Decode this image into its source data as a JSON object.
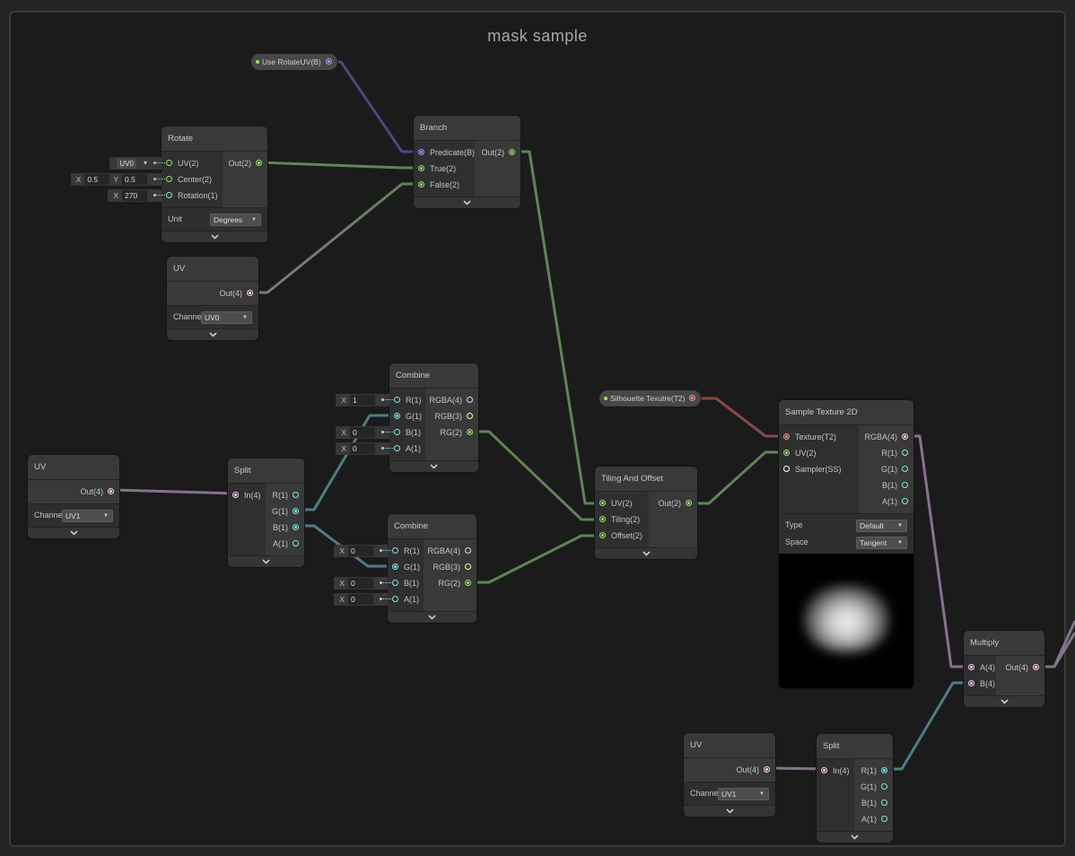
{
  "graph": {
    "title": "mask sample"
  },
  "port_colors": {
    "1": "#84e4e7",
    "2": "#9be06b",
    "3": "#f6ff9a",
    "4": "#fbcbf4",
    "B": "#9c9cff",
    "T2": "#ff8b8b",
    "SS": "#ffffff"
  },
  "wire_colors": {
    "vec1": "#4f7d85",
    "vec2": "#5e8556",
    "vec4": "#86728a",
    "bool": "#4c4782",
    "tex": "#874a48"
  },
  "properties": {
    "use_rotate": {
      "label": "Use RotateUV(B)",
      "type": "B"
    },
    "silhouette": {
      "label": "Silhouette Texutre(T2)",
      "type": "T2"
    }
  },
  "nodes": {
    "rotate": {
      "title": "Rotate",
      "inputs": [
        {
          "label": "UV(2)",
          "type": "2",
          "connected": false,
          "inline": {
            "dropdown": "UV0"
          }
        },
        {
          "label": "Center(2)",
          "type": "2",
          "connected": false,
          "inline": {
            "fields": [
              {
                "axis": "X",
                "value": "0.5"
              },
              {
                "axis": "Y",
                "value": "0.5"
              }
            ]
          }
        },
        {
          "label": "Rotation(1)",
          "type": "1",
          "connected": false,
          "inline": {
            "fields": [
              {
                "axis": "X",
                "value": "270"
              }
            ]
          }
        }
      ],
      "outputs": [
        {
          "label": "Out(2)",
          "type": "2",
          "connected": true
        }
      ],
      "controls": [
        {
          "label": "Unit",
          "value": "Degrees"
        }
      ]
    },
    "uv_top": {
      "title": "UV",
      "inputs": [],
      "outputs": [
        {
          "label": "Out(4)",
          "type": "4",
          "connected": true
        }
      ],
      "controls": [
        {
          "label": "Channe",
          "value": "UV0"
        }
      ]
    },
    "branch": {
      "title": "Branch",
      "inputs": [
        {
          "label": "Predicate(B)",
          "type": "B",
          "connected": true
        },
        {
          "label": "True(2)",
          "type": "2",
          "connected": true
        },
        {
          "label": "False(2)",
          "type": "2",
          "connected": true
        }
      ],
      "outputs": [
        {
          "label": "Out(2)",
          "type": "2",
          "connected": true
        }
      ],
      "controls": []
    },
    "combine_1": {
      "title": "Combine",
      "inputs": [
        {
          "label": "R(1)",
          "type": "1",
          "connected": false,
          "inline": {
            "fields": [
              {
                "axis": "X",
                "value": "1"
              }
            ]
          }
        },
        {
          "label": "G(1)",
          "type": "1",
          "connected": true
        },
        {
          "label": "B(1)",
          "type": "1",
          "connected": false,
          "inline": {
            "fields": [
              {
                "axis": "X",
                "value": "0"
              }
            ]
          }
        },
        {
          "label": "A(1)",
          "type": "1",
          "connected": false,
          "inline": {
            "fields": [
              {
                "axis": "X",
                "value": "0"
              }
            ]
          }
        }
      ],
      "outputs": [
        {
          "label": "RGBA(4)",
          "type": "4",
          "connected": false
        },
        {
          "label": "RGB(3)",
          "type": "3",
          "connected": false
        },
        {
          "label": "RG(2)",
          "type": "2",
          "connected": true
        }
      ],
      "controls": []
    },
    "combine_2": {
      "title": "Combine",
      "inputs": [
        {
          "label": "R(1)",
          "type": "1",
          "connected": false,
          "inline": {
            "fields": [
              {
                "axis": "X",
                "value": "0"
              }
            ]
          }
        },
        {
          "label": "G(1)",
          "type": "1",
          "connected": true
        },
        {
          "label": "B(1)",
          "type": "1",
          "connected": false,
          "inline": {
            "fields": [
              {
                "axis": "X",
                "value": "0"
              }
            ]
          }
        },
        {
          "label": "A(1)",
          "type": "1",
          "connected": false,
          "inline": {
            "fields": [
              {
                "axis": "X",
                "value": "0"
              }
            ]
          }
        }
      ],
      "outputs": [
        {
          "label": "RGBA(4)",
          "type": "4",
          "connected": false
        },
        {
          "label": "RGB(3)",
          "type": "3",
          "connected": false
        },
        {
          "label": "RG(2)",
          "type": "2",
          "connected": true
        }
      ],
      "controls": []
    },
    "uv_left": {
      "title": "UV",
      "inputs": [],
      "outputs": [
        {
          "label": "Out(4)",
          "type": "4",
          "connected": true
        }
      ],
      "controls": [
        {
          "label": "Channe",
          "value": "UV1"
        }
      ]
    },
    "split_1": {
      "title": "Split",
      "inputs": [
        {
          "label": "In(4)",
          "type": "4",
          "connected": true
        }
      ],
      "outputs": [
        {
          "label": "R(1)",
          "type": "1",
          "connected": false
        },
        {
          "label": "G(1)",
          "type": "1",
          "connected": true
        },
        {
          "label": "B(1)",
          "type": "1",
          "connected": true
        },
        {
          "label": "A(1)",
          "type": "1",
          "connected": false
        }
      ],
      "controls": []
    },
    "tiling": {
      "title": "Tiling And Offset",
      "inputs": [
        {
          "label": "UV(2)",
          "type": "2",
          "connected": true
        },
        {
          "label": "Tiling(2)",
          "type": "2",
          "connected": true
        },
        {
          "label": "Offset(2)",
          "type": "2",
          "connected": true
        }
      ],
      "outputs": [
        {
          "label": "Out(2)",
          "type": "2",
          "connected": true
        }
      ],
      "controls": []
    },
    "sample_tex": {
      "title": "Sample Texture 2D",
      "inputs": [
        {
          "label": "Texture(T2)",
          "type": "T2",
          "connected": true
        },
        {
          "label": "UV(2)",
          "type": "2",
          "connected": true
        },
        {
          "label": "Sampler(SS)",
          "type": "SS",
          "connected": false
        }
      ],
      "outputs": [
        {
          "label": "RGBA(4)",
          "type": "4",
          "connected": true
        },
        {
          "label": "R(1)",
          "type": "1",
          "connected": false
        },
        {
          "label": "G(1)",
          "type": "1",
          "connected": false
        },
        {
          "label": "B(1)",
          "type": "1",
          "connected": false
        },
        {
          "label": "A(1)",
          "type": "1",
          "connected": false
        }
      ],
      "controls": [
        {
          "label": "Type",
          "value": "Default"
        },
        {
          "label": "Space",
          "value": "Tangent"
        }
      ],
      "preview": true
    },
    "multiply": {
      "title": "Multiply",
      "inputs": [
        {
          "label": "A(4)",
          "type": "4",
          "connected": true
        },
        {
          "label": "B(4)",
          "type": "4",
          "connected": true
        }
      ],
      "outputs": [
        {
          "label": "Out(4)",
          "type": "4",
          "connected": true
        }
      ],
      "controls": []
    },
    "uv_bottom": {
      "title": "UV",
      "inputs": [],
      "outputs": [
        {
          "label": "Out(4)",
          "type": "4",
          "connected": true
        }
      ],
      "controls": [
        {
          "label": "Channe",
          "value": "UV1"
        }
      ]
    },
    "split_2": {
      "title": "Split",
      "inputs": [
        {
          "label": "In(4)",
          "type": "4",
          "connected": true
        }
      ],
      "outputs": [
        {
          "label": "R(1)",
          "type": "1",
          "connected": true
        },
        {
          "label": "G(1)",
          "type": "1",
          "connected": false
        },
        {
          "label": "B(1)",
          "type": "1",
          "connected": false
        },
        {
          "label": "A(1)",
          "type": "1",
          "connected": false
        }
      ],
      "controls": []
    }
  }
}
